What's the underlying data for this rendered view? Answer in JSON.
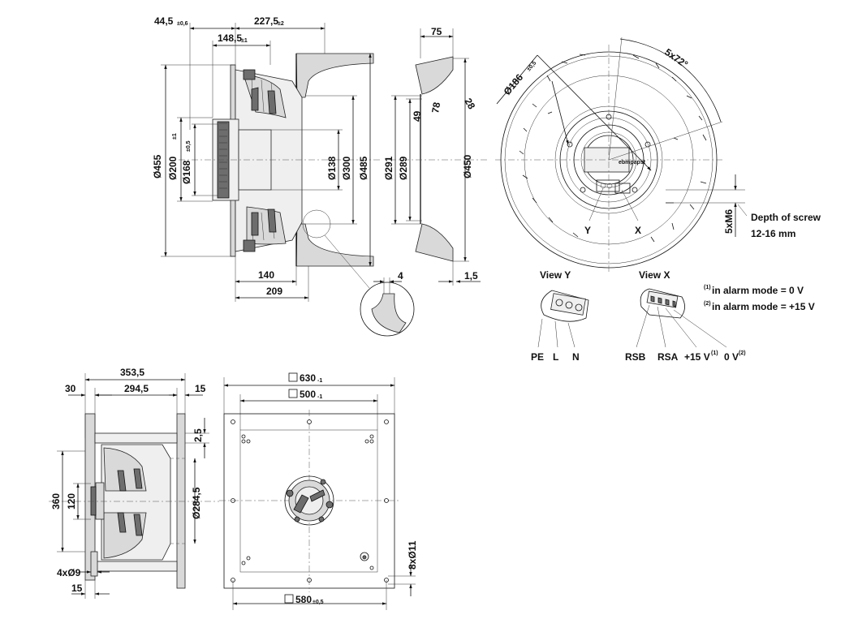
{
  "side_view": {
    "dims_top": [
      "44,5",
      "±0,6",
      "227,5",
      "±2",
      "148,5",
      "±1"
    ],
    "dims_vertical": [
      "Ø455",
      "Ø200",
      "±1",
      "Ø168",
      "±0,5",
      "Ø138",
      "Ø300",
      "Ø485"
    ],
    "dims_bottom": [
      "140",
      "209"
    ]
  },
  "section_view": {
    "dim_top": "75",
    "dims_vertical": [
      "Ø291",
      "Ø289",
      "49",
      "78",
      "28",
      "Ø450"
    ],
    "dim_detail": "4",
    "dim_right": "1,5"
  },
  "front_view": {
    "dim_pcd": "Ø186",
    "dim_pcd_tol": "±0,5",
    "dim_angle": "5x72°",
    "connector_y": "Y",
    "connector_x": "X",
    "screw_dim": "5xM6",
    "screw_note_1": "Depth of screw",
    "screw_note_2": "12-16 mm",
    "brand_mark": "ebmpapst"
  },
  "view_y": {
    "title": "View Y",
    "pins": [
      "PE",
      "L",
      "N"
    ]
  },
  "view_x": {
    "title": "View X",
    "pins": [
      "RSB",
      "RSA",
      "+15 V",
      "0 V"
    ],
    "pin_sup": [
      "(1)",
      "(2)"
    ],
    "note1_sup": "(1)",
    "note1": "in alarm mode = 0 V",
    "note2_sup": "(2)",
    "note2": "in alarm mode = +15 V"
  },
  "mount_side_view": {
    "dims_top": [
      "353,5",
      "30",
      "294,5",
      "15"
    ],
    "dims_right": [
      "2,5",
      "Ø284,5"
    ],
    "dims_left": [
      "360",
      "120"
    ],
    "dims_bottom": [
      "4xØ9",
      "15"
    ]
  },
  "mount_front_view": {
    "dim_outer": "630",
    "dim_outer_tol": "-1",
    "dim_inner": "500",
    "dim_inner_tol": "-1",
    "dim_holes": "580",
    "dim_holes_tol": "±0,5",
    "dim_hole_count": "8xØ11"
  }
}
